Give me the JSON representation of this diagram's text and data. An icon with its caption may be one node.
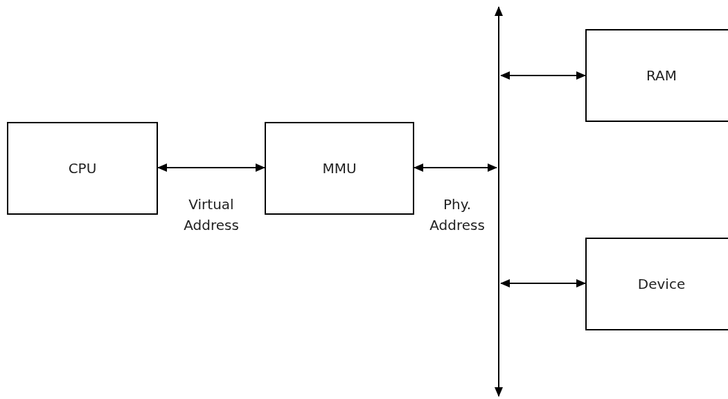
{
  "diagram": {
    "nodes": [
      {
        "text": [
          "CPU"
        ]
      },
      {
        "text": [
          "MMU"
        ]
      },
      {
        "text": [
          "RAM"
        ]
      },
      {
        "text": [
          "Device"
        ]
      },
      {
        "text": [],
        "shape": "bar"
      }
    ],
    "edges": [
      {
        "from": 0,
        "to": 1,
        "arrow": "both",
        "label": "Virtual Address"
      },
      {
        "from": 1,
        "to": 4,
        "arrow": "both",
        "label": "Phy. Address"
      },
      {
        "from": 4,
        "to": 2,
        "arrow": "both"
      },
      {
        "from": 4,
        "to": 3,
        "arrow": "both"
      }
    ]
  }
}
